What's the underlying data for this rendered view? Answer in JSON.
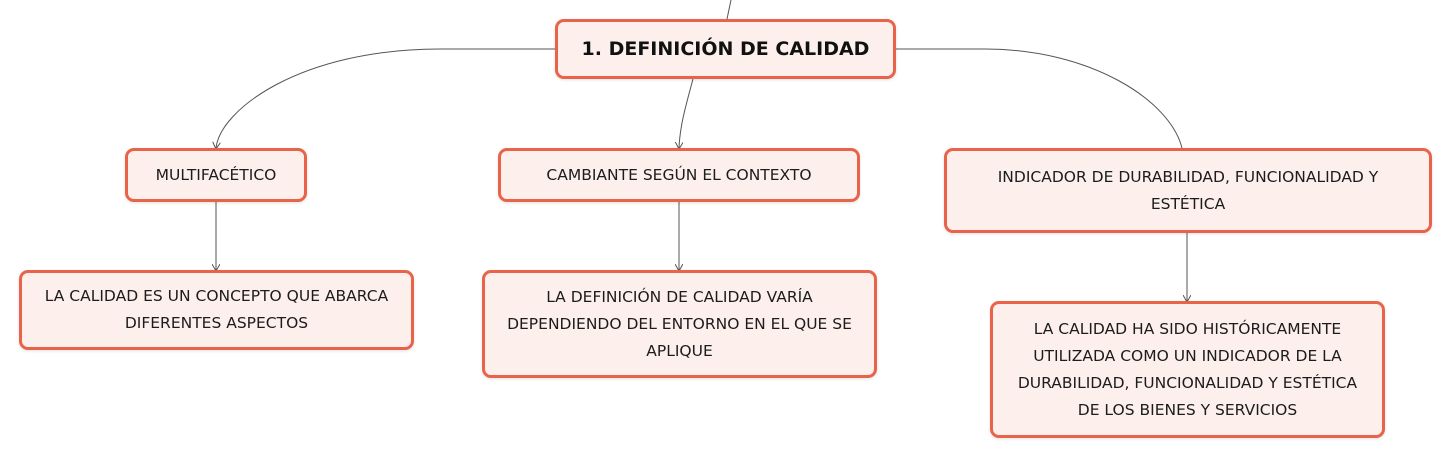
{
  "map": {
    "root": "1. DEFINICIÓN DE CALIDAD",
    "branches": [
      {
        "topic": "MULTIFACÉTICO",
        "detail": "LA CALIDAD ES UN CONCEPTO QUE ABARCA DIFERENTES ASPECTOS"
      },
      {
        "topic": "CAMBIANTE SEGÚN EL CONTEXTO",
        "detail": "LA DEFINICIÓN DE CALIDAD VARÍA DEPENDIENDO DEL ENTORNO EN EL QUE SE APLIQUE"
      },
      {
        "topic": "INDICADOR DE DURABILIDAD, FUNCIONALIDAD Y ESTÉTICA",
        "detail": "LA CALIDAD HA SIDO HISTÓRICAMENTE UTILIZADA COMO UN INDICADOR DE LA DURABILIDAD, FUNCIONALIDAD Y ESTÉTICA DE LOS BIENES Y SERVICIOS"
      }
    ]
  },
  "colors": {
    "node_border": "#e9634a",
    "node_fill": "#fdf0ec",
    "connector": "#555555"
  }
}
